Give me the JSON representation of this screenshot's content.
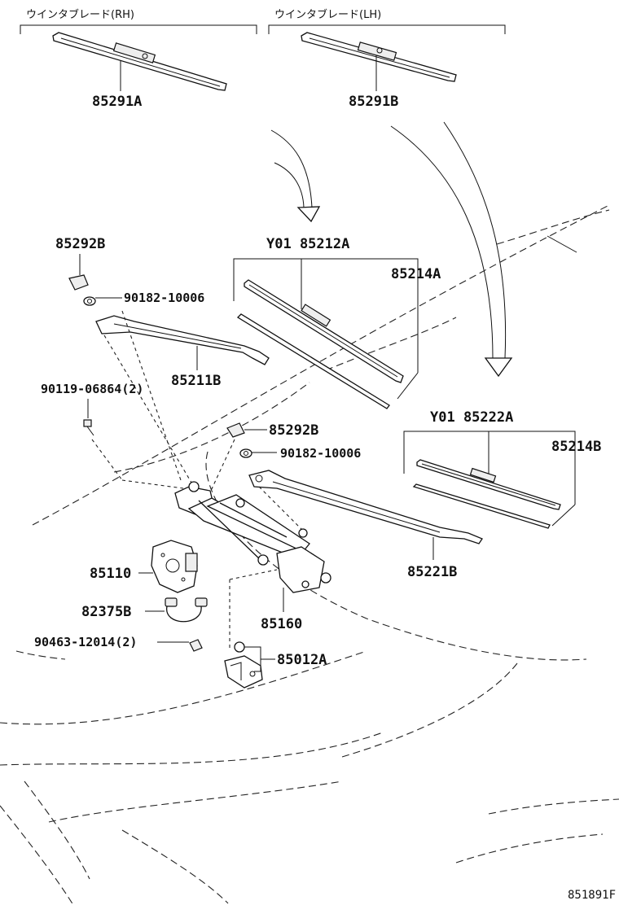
{
  "headers": {
    "blade_rh": "ウインタブレード(RH)",
    "blade_lh": "ウインタブレード(LH)"
  },
  "labels": {
    "p85291A": "85291A",
    "p85291B": "85291B",
    "p85292B_top": "85292B",
    "p90182_top": "90182-10006",
    "p85212A": "Y01 85212A",
    "p85214A": "85214A",
    "p85211B": "85211B",
    "p90119": "90119-06864(2)",
    "p85292B_mid": "85292B",
    "p90182_mid": "90182-10006",
    "p85222A": "Y01 85222A",
    "p85214B": "85214B",
    "p85110": "85110",
    "p85221B": "85221B",
    "p82375B": "82375B",
    "p90463": "90463-12014(2)",
    "p85160": "85160",
    "p85012A": "85012A"
  },
  "figure_number": "851891F"
}
